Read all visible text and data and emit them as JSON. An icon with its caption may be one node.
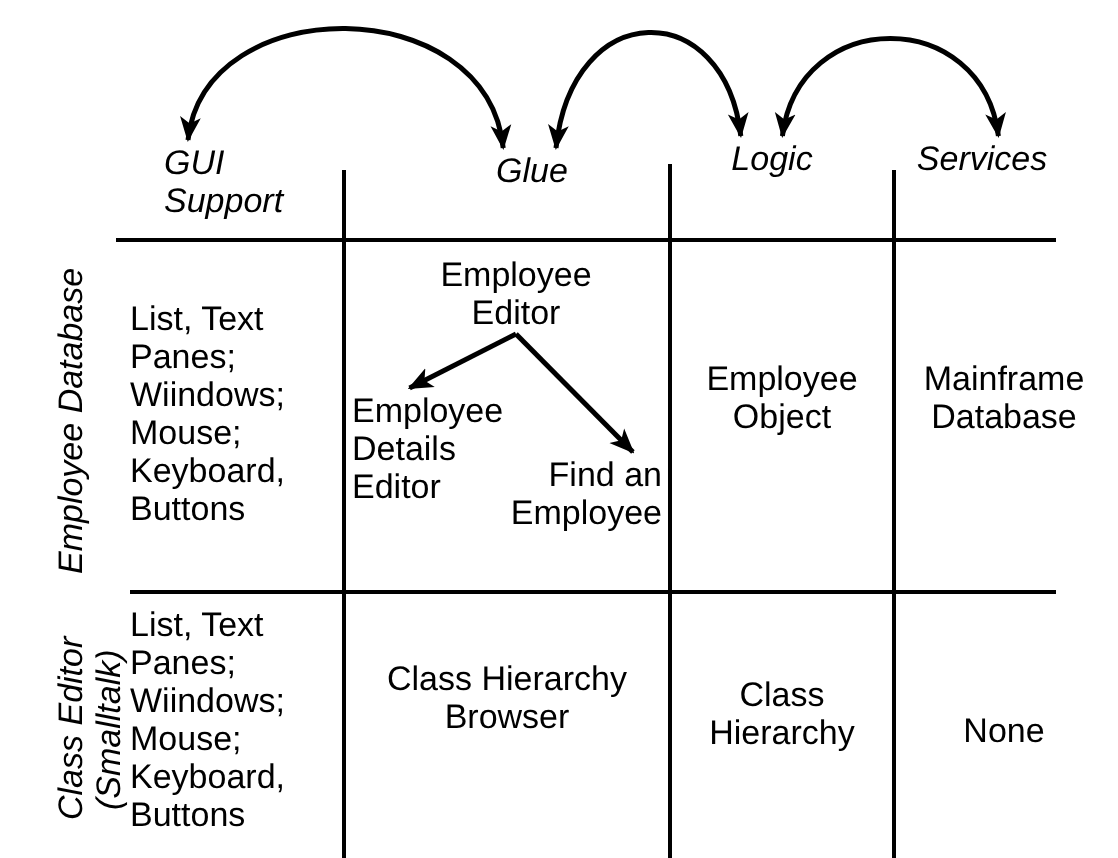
{
  "diagram": {
    "nodes": [
      {
        "text": [
          "GUI Support"
        ]
      },
      {
        "text": [
          "Glue"
        ]
      },
      {
        "text": [
          "Logic"
        ]
      },
      {
        "text": [
          "Services"
        ]
      },
      {
        "text": [
          "Employee Editor"
        ]
      },
      {
        "text": [
          "Employee Details Editor"
        ]
      },
      {
        "text": [
          "Find an Employee"
        ]
      }
    ],
    "edges": [
      {
        "from": 0,
        "to": 1,
        "arrow": "both"
      },
      {
        "from": 1,
        "to": 2,
        "arrow": "both"
      },
      {
        "from": 2,
        "to": 3,
        "arrow": "both"
      },
      {
        "from": 4,
        "to": 5,
        "arrow": "to"
      },
      {
        "from": 4,
        "to": 6,
        "arrow": "to"
      }
    ],
    "labels": [
      "Employee Database",
      "List, Text Panes; Wiindows; Mouse; Keyboard, Buttons",
      "Employee Object",
      "Mainframe Database",
      "Class Editor (Smalltalk)",
      "List, Text Panes; Wiindows; Mouse; Keyboard, Buttons",
      "Class Hierarchy Browser",
      "Class Hierarchy",
      "None"
    ]
  }
}
